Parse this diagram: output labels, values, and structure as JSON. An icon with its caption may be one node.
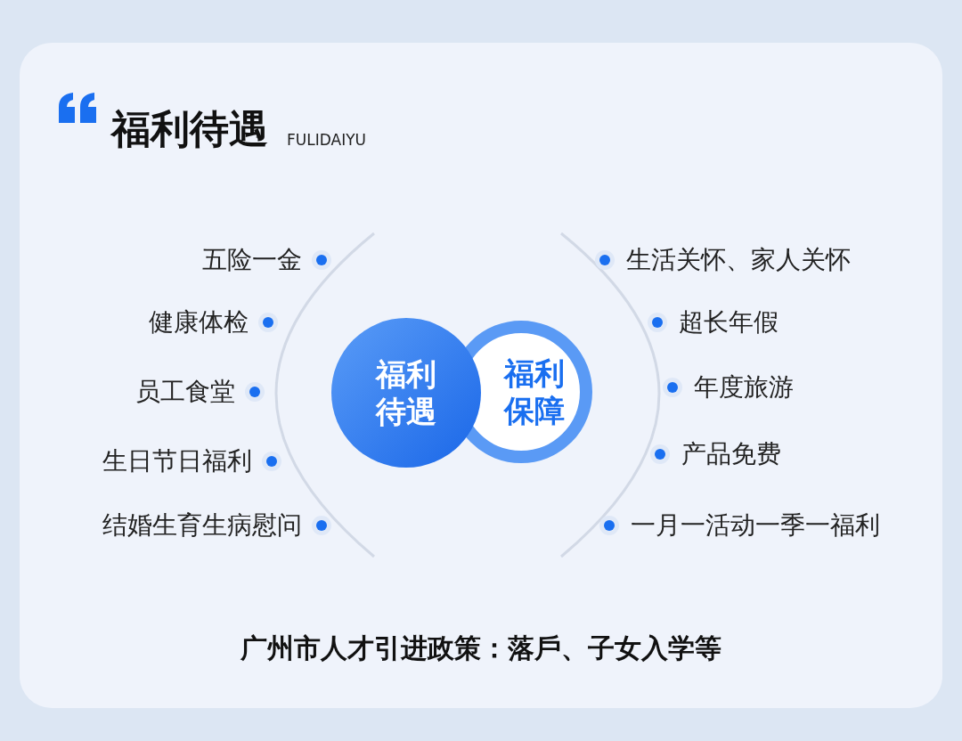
{
  "diagram": {
    "title": "福利待遇",
    "caption": "广州市人才引进政策：落戶、子女入学等",
    "nodes": [
      {
        "text": [
          "福利待遇"
        ]
      },
      {
        "text": [
          "福利保障"
        ]
      }
    ],
    "labels": [
      "FULIDAIYU",
      "五险一金",
      "生活关怀、家人关怀",
      "健康体检",
      "超长年假",
      "员工食堂",
      "年度旅游",
      "生日节日福利",
      "产品免费",
      "结婚生育生病慰问",
      "一月一活动一季一福利"
    ]
  }
}
